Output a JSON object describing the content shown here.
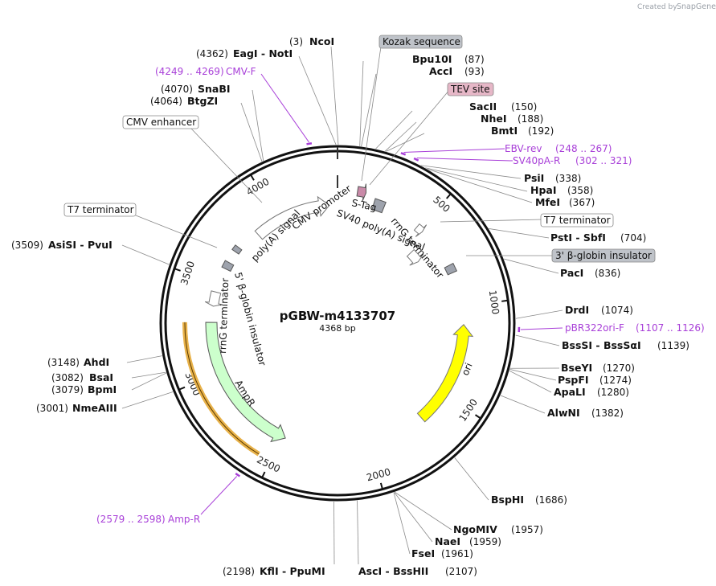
{
  "header": {
    "created_by": "Created by",
    "brand": "SnapGene"
  },
  "plasmid": {
    "name": "pGBW-m4133707",
    "length": 4368,
    "length_label": "4368 bp"
  },
  "ticks": [
    {
      "pos": 500,
      "label": "500"
    },
    {
      "pos": 1000,
      "label": "1000"
    },
    {
      "pos": 1500,
      "label": "1500"
    },
    {
      "pos": 2000,
      "label": "2000"
    },
    {
      "pos": 2500,
      "label": "2500"
    },
    {
      "pos": 3000,
      "label": "3000"
    },
    {
      "pos": 3500,
      "label": "3500"
    },
    {
      "pos": 4000,
      "label": "4000"
    }
  ],
  "sites": [
    {
      "name": "NcoI",
      "pos_label": "(3)",
      "pos": 3
    },
    {
      "name": "EagI  -  NotI",
      "pos_label": "(4362)",
      "pos": 4362
    },
    {
      "name": "SnaBI",
      "pos_label": "(4070)",
      "pos": 4070
    },
    {
      "name": "BtgZI",
      "pos_label": "(4064)",
      "pos": 4064
    },
    {
      "name": "Bpu10I",
      "pos_label": "(87)",
      "pos": 87
    },
    {
      "name": "AccI",
      "pos_label": "(93)",
      "pos": 93
    },
    {
      "name": "SacII",
      "pos_label": "(150)",
      "pos": 150
    },
    {
      "name": "NheI",
      "pos_label": "(188)",
      "pos": 188
    },
    {
      "name": "BmtI",
      "pos_label": "(192)",
      "pos": 192
    },
    {
      "name": "PsiI",
      "pos_label": "(338)",
      "pos": 338
    },
    {
      "name": "HpaI",
      "pos_label": "(358)",
      "pos": 358
    },
    {
      "name": "MfeI",
      "pos_label": "(367)",
      "pos": 367
    },
    {
      "name": "PstI  -  SbfI",
      "pos_label": "(704)",
      "pos": 704
    },
    {
      "name": "PacI",
      "pos_label": "(836)",
      "pos": 836
    },
    {
      "name": "DrdI",
      "pos_label": "(1074)",
      "pos": 1074
    },
    {
      "name": "BssSI  -  BssSαI",
      "pos_label": "(1139)",
      "pos": 1139
    },
    {
      "name": "BseYI",
      "pos_label": "(1270)",
      "pos": 1270
    },
    {
      "name": "PspFI",
      "pos_label": "(1274)",
      "pos": 1274
    },
    {
      "name": "ApaLI",
      "pos_label": "(1280)",
      "pos": 1280
    },
    {
      "name": "AlwNI",
      "pos_label": "(1382)",
      "pos": 1382
    },
    {
      "name": "BspHI",
      "pos_label": "(1686)",
      "pos": 1686
    },
    {
      "name": "NgoMIV",
      "pos_label": "(1957)",
      "pos": 1957
    },
    {
      "name": "NaeI",
      "pos_label": "(1959)",
      "pos": 1959
    },
    {
      "name": "FseI",
      "pos_label": "(1961)",
      "pos": 1961
    },
    {
      "name": "AscI  -  BssHII",
      "pos_label": "(2107)",
      "pos": 2107
    },
    {
      "name": "KflI  -  PpuMI",
      "pos_label": "(2198)",
      "pos": 2198
    },
    {
      "name": "NmeAIII",
      "pos_label": "(3001)",
      "pos": 3001
    },
    {
      "name": "BpmI",
      "pos_label": "(3079)",
      "pos": 3079
    },
    {
      "name": "BsaI",
      "pos_label": "(3082)",
      "pos": 3082
    },
    {
      "name": "AhdI",
      "pos_label": "(3148)",
      "pos": 3148
    },
    {
      "name": "AsiSI  -  PvuI",
      "pos_label": "(3509)",
      "pos": 3509
    }
  ],
  "primers": [
    {
      "name": "CMV-F",
      "range_label": "(4249 .. 4269)",
      "start": 4249,
      "end": 4269
    },
    {
      "name": "EBV-rev",
      "range_label": "(248 .. 267)",
      "start": 248,
      "end": 267
    },
    {
      "name": "SV40pA-R",
      "range_label": "(302 .. 321)",
      "start": 302,
      "end": 321
    },
    {
      "name": "pBR322ori-F",
      "range_label": "(1107 .. 1126)",
      "start": 1107,
      "end": 1126
    },
    {
      "name": "Amp-R",
      "range_label": "(2579 .. 2598)",
      "start": 2579,
      "end": 2598
    }
  ],
  "callouts": [
    {
      "text": "Kozak sequence",
      "style": "gray"
    },
    {
      "text": "TEV site",
      "style": "pink"
    },
    {
      "text": "T7 terminator",
      "style": "white"
    },
    {
      "text": "3' β-globin insulator",
      "style": "gray"
    },
    {
      "text": "CMV enhancer",
      "style": "white"
    },
    {
      "text": "T7 terminator",
      "style": "white"
    }
  ],
  "features": [
    {
      "name": "CMV promoter"
    },
    {
      "name": "poly(A) signal"
    },
    {
      "name": "S-Tag"
    },
    {
      "name": "SV40 poly(A) signal"
    },
    {
      "name": "rrnG terminator"
    },
    {
      "name": "ori"
    },
    {
      "name": "AmpR"
    },
    {
      "name": "rrnG terminator"
    },
    {
      "name": "5' β-globin insulator"
    }
  ],
  "colors": {
    "backbone": "#111111",
    "primer": "#a83fd8",
    "ori": "#ffff00",
    "ampr": "#ccffcc",
    "amp_promoter_band": "#e8b24a",
    "gray_feature": "#9ea3ad",
    "stag": "#c98aa8",
    "callout_gray": "#bfc3c9",
    "callout_pink": "#e6b7c7"
  }
}
